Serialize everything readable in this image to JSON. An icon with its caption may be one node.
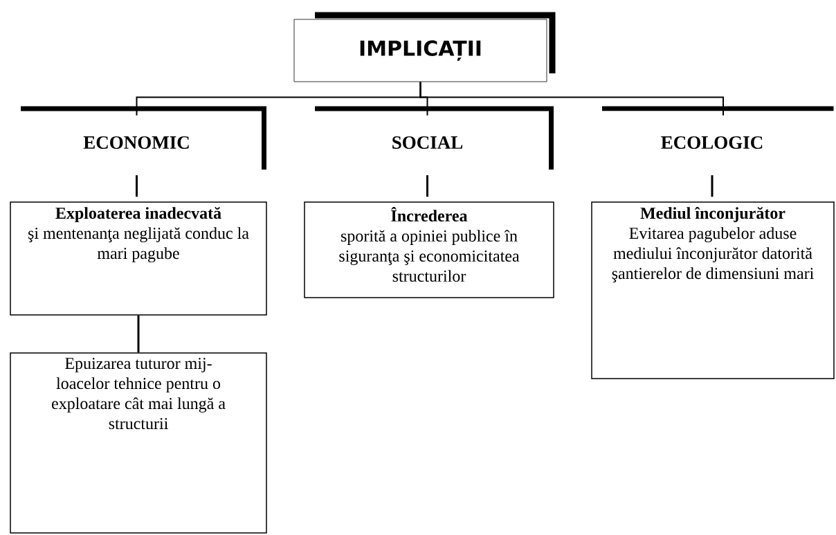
{
  "diagram": {
    "nodes": [
      {
        "text": [
          "IMPLICAȚII"
        ]
      },
      {
        "text": [
          "ECONOMIC"
        ]
      },
      {
        "text": [
          "SOCIAL"
        ]
      },
      {
        "text": [
          "ECOLOGIC"
        ]
      },
      {
        "text": [
          "Exploaterea inadecvată",
          "şi mentenanţa neglijată conduc la mari pagube"
        ]
      },
      {
        "text": [
          "Încrederea",
          "sporită a opiniei publice în siguranţa şi economicitatea structurilor"
        ]
      },
      {
        "text": [
          "Mediul înconjurător",
          "Evitarea pagubelor aduse mediului înconjurător datorită şantierelor de dimensiuni mari"
        ]
      },
      {
        "text": [
          "Epuizarea tuturor mij- loacelor tehnice pentru o exploatare cât mai lungă a structurii"
        ]
      }
    ],
    "edges": [
      {
        "from": 0,
        "to": 1,
        "arrow": "none"
      },
      {
        "from": 0,
        "to": 2,
        "arrow": "none"
      },
      {
        "from": 0,
        "to": 3,
        "arrow": "none"
      },
      {
        "from": 1,
        "to": 4,
        "arrow": "none"
      },
      {
        "from": 2,
        "to": 5,
        "arrow": "none"
      },
      {
        "from": 3,
        "to": 6,
        "arrow": "none"
      },
      {
        "from": 4,
        "to": 7,
        "arrow": "none"
      }
    ]
  }
}
